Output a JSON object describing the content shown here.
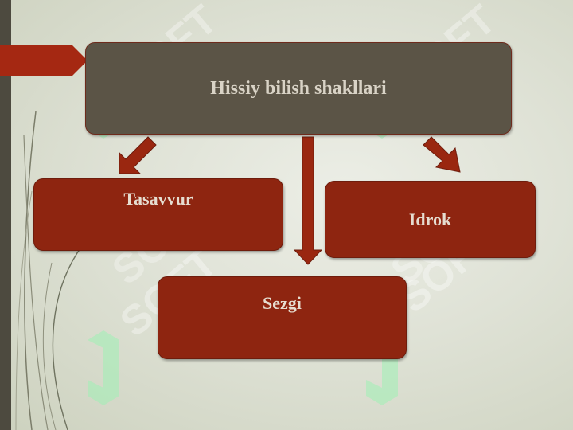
{
  "diagram": {
    "title": "Hissiy bilish shakllari",
    "children": [
      {
        "label": "Tasavvur"
      },
      {
        "label": "Idrok"
      },
      {
        "label": "Sezgi"
      }
    ]
  },
  "watermark": {
    "text": "SOFT",
    "repeat_count": 6
  },
  "colors": {
    "title_box": "#5b5446",
    "child_box": "#8e2510",
    "arrow": "#9a2710",
    "text": "#e6ddd0",
    "background": "#dfe2d6",
    "left_band": "#4d4a3f",
    "watermark_green": "#7fe6a0"
  }
}
